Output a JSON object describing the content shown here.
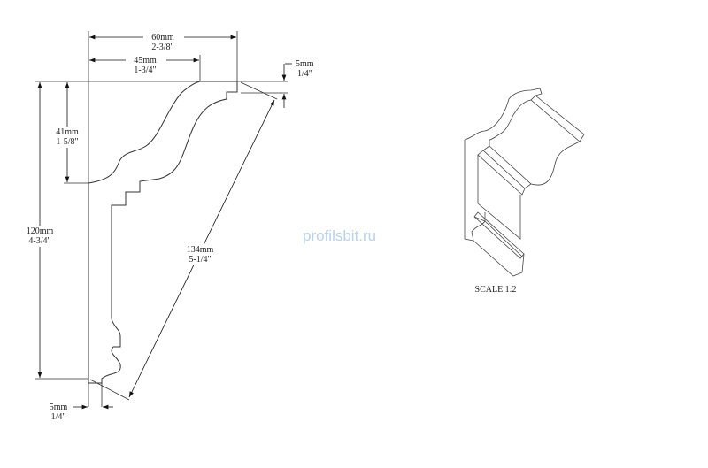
{
  "dimensions": {
    "projection_width": {
      "mm": "60mm",
      "inch": "2-3/8\""
    },
    "top_flat": {
      "mm": "45mm",
      "inch": "1-3/4\""
    },
    "top_offset": {
      "mm": "5mm",
      "inch": "1/4\""
    },
    "curve_height": {
      "mm": "41mm",
      "inch": "1-5/8\""
    },
    "total_height": {
      "mm": "120mm",
      "inch": "4-3/4\""
    },
    "diagonal": {
      "mm": "134mm",
      "inch": "5-1/4\""
    },
    "bottom_offset": {
      "mm": "5mm",
      "inch": "1/4\""
    }
  },
  "watermark": "profilsbit.ru",
  "scale_label": "SCALE  1:2"
}
